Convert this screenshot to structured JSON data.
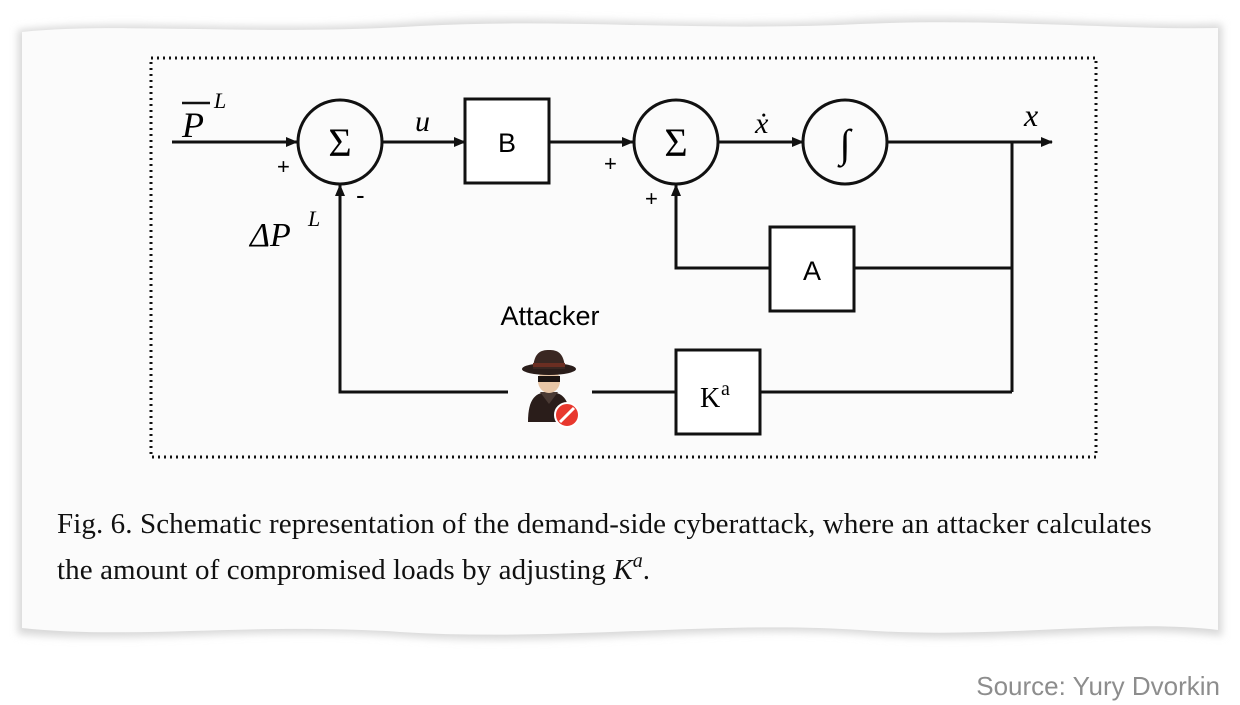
{
  "diagram": {
    "input_label": "P",
    "input_label_sup": "L",
    "feedback_label": "ΔP",
    "feedback_label_sup": "L",
    "sum1_symbol": "Σ",
    "sum1_sign_left": "+",
    "sum1_sign_bottom": "-",
    "signal_u": "u",
    "block_b": "B",
    "sum2_symbol": "Σ",
    "sum2_sign_left": "+",
    "sum2_sign_bottom": "+",
    "signal_xdot": "ẋ",
    "integrator_symbol": "∫",
    "output_label": "x",
    "block_a": "A",
    "attacker_label": "Attacker",
    "block_k": "K",
    "block_k_sup": "a"
  },
  "caption": {
    "text": "Fig. 6.  Schematic representation of the demand-side cyberattack, where an attacker calculates the amount of compromised loads by adjusting ",
    "symbol": "K",
    "symbol_sup": "a",
    "end": "."
  },
  "source": "Source: Yury Dvorkin",
  "colors": {
    "line": "#111111",
    "caption_text": "#111111",
    "source_text": "#8d8d8d",
    "attacker_badge": "#e8382e"
  }
}
